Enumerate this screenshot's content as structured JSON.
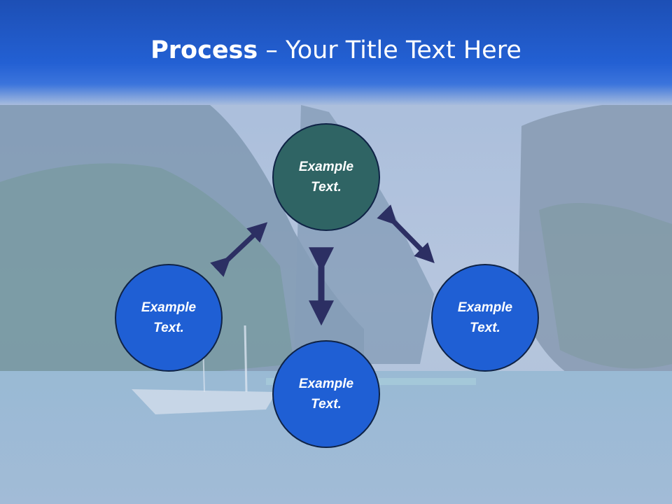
{
  "title": {
    "bold": "Process",
    "rest": " – Your Title Text Here"
  },
  "nodes": [
    {
      "id": "top",
      "text": "Example\nText."
    },
    {
      "id": "left",
      "text": "Example\nText."
    },
    {
      "id": "right",
      "text": "Example\nText."
    },
    {
      "id": "bottom",
      "text": "Example\nText."
    }
  ],
  "colors": {
    "header": "#2360d3",
    "node_blue": "#1f5fd4",
    "node_teal": "#2f6464",
    "arrow": "#2c2f63"
  }
}
